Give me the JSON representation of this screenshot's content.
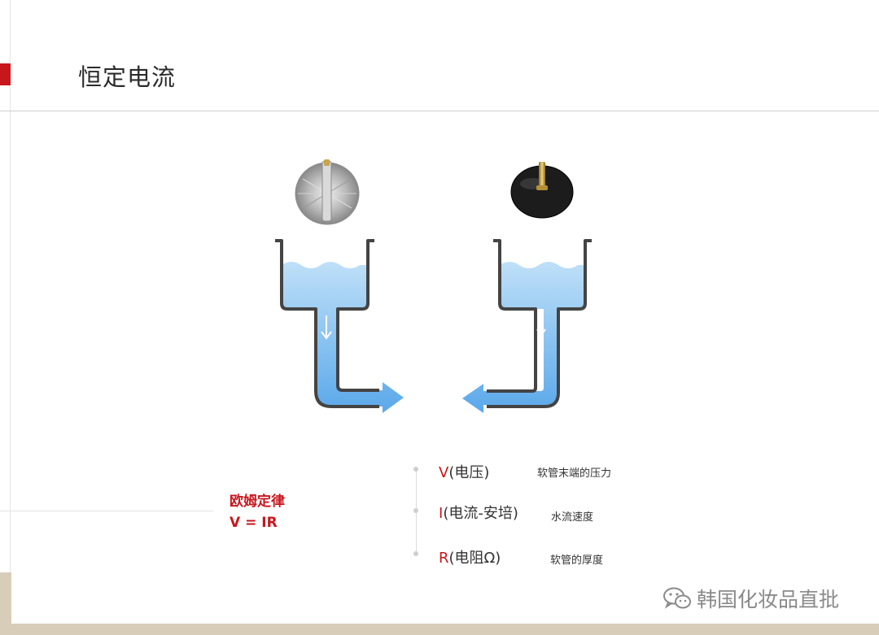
{
  "title": "恒定电流",
  "diagram": {
    "left_electrode": "silver-electrode-icon",
    "right_electrode": "black-electrode-icon",
    "water_color": "#6fb6ec",
    "vessel_stroke": "#444444"
  },
  "law": {
    "name": "欧姆定律",
    "formula": "V = IR"
  },
  "terms": [
    {
      "symbol": "V",
      "label": "(电压)",
      "description": "软管末端的压力"
    },
    {
      "symbol": "I",
      "label": "(电流-安培)",
      "description": "水流速度"
    },
    {
      "symbol": "R",
      "label": "(电阻Ω)",
      "description": "软管的厚度"
    }
  ],
  "watermark": "韩国化妆品直批",
  "colors": {
    "accent": "#c8161d",
    "footer_band": "#d8cdb9"
  }
}
